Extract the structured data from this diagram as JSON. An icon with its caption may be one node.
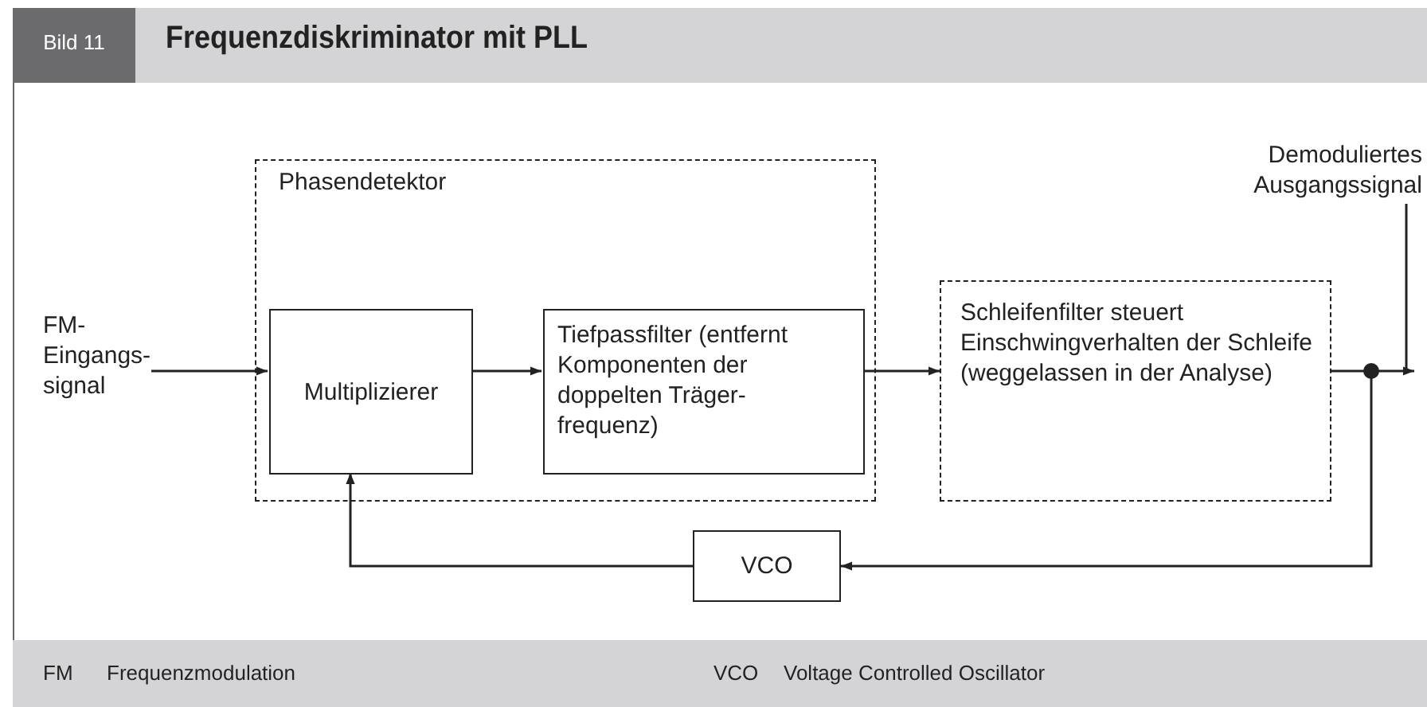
{
  "diagram": {
    "title": "Frequenzdiskriminator mit PLL",
    "nodes": [
      {
        "text": [
          "FM-Eingangs- signal"
        ]
      },
      {
        "text": [
          "Phasendetektor"
        ]
      },
      {
        "text": [
          "Multiplizierer"
        ],
        "in": 1
      },
      {
        "text": [
          "Tiefpassfilter (entfernt Komponenten der doppelten Träger- frequenz)"
        ],
        "in": 1
      },
      {
        "text": [
          "Schleifenfilter steuert Einschwingverhalten der Schleife (weggelassen in der Analyse)"
        ]
      },
      {
        "text": [
          "VCO"
        ]
      },
      {
        "text": [
          "Demoduliertes Ausgangssignal"
        ]
      }
    ],
    "edges": [
      {
        "from": 0,
        "to": 2,
        "arrow": "to"
      },
      {
        "from": 2,
        "to": 3,
        "arrow": "to"
      },
      {
        "from": 3,
        "to": 4,
        "arrow": "to"
      },
      {
        "from": 4,
        "to": null,
        "arrow": "to"
      },
      {
        "from": 4,
        "to": 5,
        "arrow": "to"
      },
      {
        "from": 5,
        "to": 2,
        "arrow": "to"
      },
      {
        "from": 6,
        "to": null,
        "arrow": "none"
      }
    ],
    "labels": [
      "Bild 11",
      "FM",
      "Frequenzmodulation",
      "VCO",
      "Voltage Controlled Oscillator"
    ]
  }
}
